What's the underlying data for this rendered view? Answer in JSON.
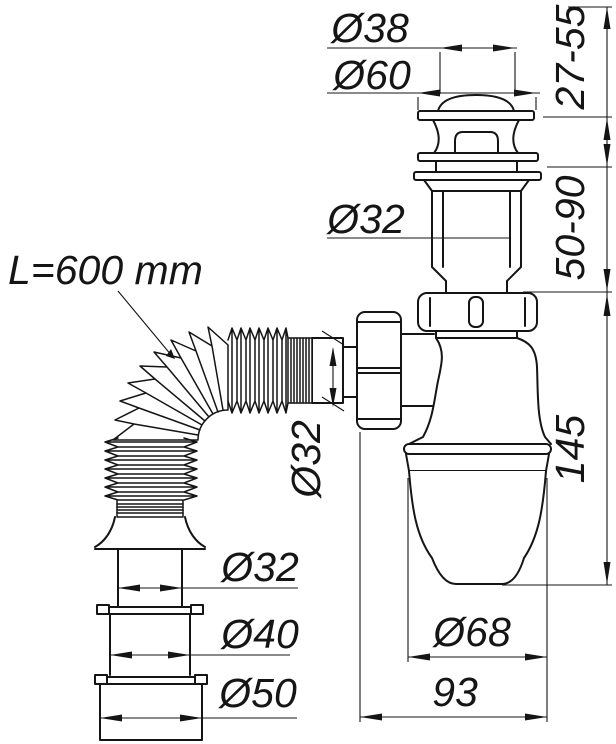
{
  "drawing": {
    "background": "#ffffff",
    "line_color": "#151515",
    "annotations": {
      "cap_diameter": "Ø38",
      "flange_diameter": "Ø60",
      "cap_height_range": "27-55",
      "tail_diameter": "Ø32",
      "tail_length_range": "50-90",
      "hose_length": "L=600 mm",
      "inlet_diameter": "Ø32",
      "trap_height": "145",
      "outlet_diameter_32": "Ø32",
      "outlet_diameter_40": "Ø40",
      "outlet_diameter_50": "Ø50",
      "cup_diameter": "Ø68",
      "trap_width": "93"
    }
  }
}
